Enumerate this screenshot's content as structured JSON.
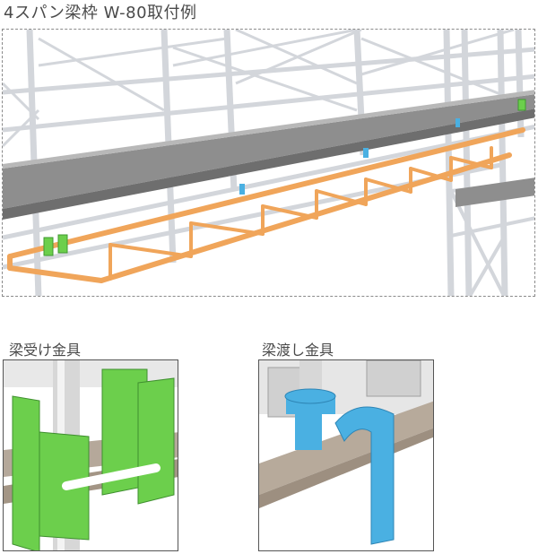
{
  "header": {
    "title": "4スパン梁枠 W-80取付例"
  },
  "details": [
    {
      "label": "梁受け金具",
      "part": "beam-receiver-bracket"
    },
    {
      "label": "梁渡し金具",
      "part": "beam-bridge-bracket"
    }
  ],
  "colors": {
    "beam_frame": "#f0a55a",
    "beam_receiver": "#6ccf4c",
    "beam_bridge": "#4ab0e2",
    "scaffold_pipe": "#d9dbe0",
    "deck": "#8e8e8e"
  },
  "icons": {
    "main": "scaffold-beam-diagram",
    "detail_left": "green-bracket-icon",
    "detail_right": "blue-bracket-icon"
  }
}
